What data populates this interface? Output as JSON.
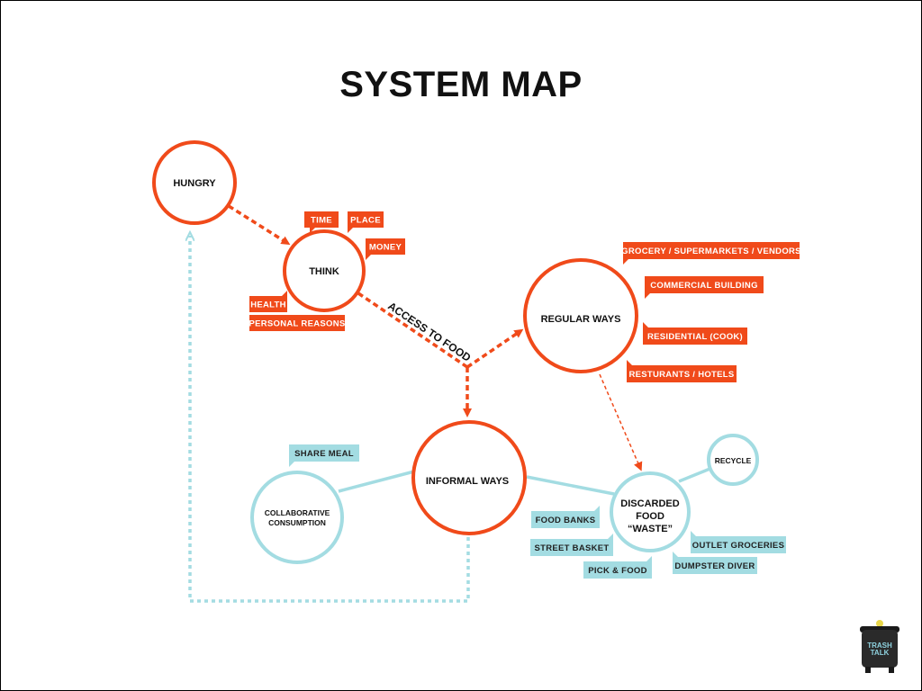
{
  "title": "SYSTEM MAP",
  "colors": {
    "orange": "#f04a1a",
    "teal": "#a3dce2",
    "text_dark": "#111111",
    "tag_text_light": "#ffffff",
    "tag_text_dark": "#222222"
  },
  "nodes": {
    "hungry": "HUNGRY",
    "think": "THINK",
    "regular_ways": "REGULAR WAYS",
    "informal_ways": "INFORMAL WAYS",
    "collaborative": [
      "COLLABORATIVE",
      "CONSUMPTION"
    ],
    "discarded": [
      "DISCARDED",
      "FOOD",
      "“WASTE”"
    ],
    "recycle": "RECYCLE"
  },
  "edge_labels": {
    "access_to_food": "ACCESS TO FOOD"
  },
  "think_tags": [
    "TIME",
    "PLACE",
    "MONEY",
    "HEALTH",
    "PERSONAL REASONS"
  ],
  "regular_tags": [
    "GROCERY / SUPERMARKETS / VENDORS",
    "COMMERCIAL BUILDING",
    "RESIDENTIAL (COOK)",
    "RESTURANTS / HOTELS"
  ],
  "collab_tags": [
    "SHARE MEAL"
  ],
  "discarded_tags": [
    "FOOD BANKS",
    "STREET BASKET",
    "PICK & FOOD",
    "OUTLET GROCERIES",
    "DUMPSTER DIVER"
  ],
  "logo": {
    "name": "TRASH TALK",
    "icon": "cooking-pot-icon"
  }
}
